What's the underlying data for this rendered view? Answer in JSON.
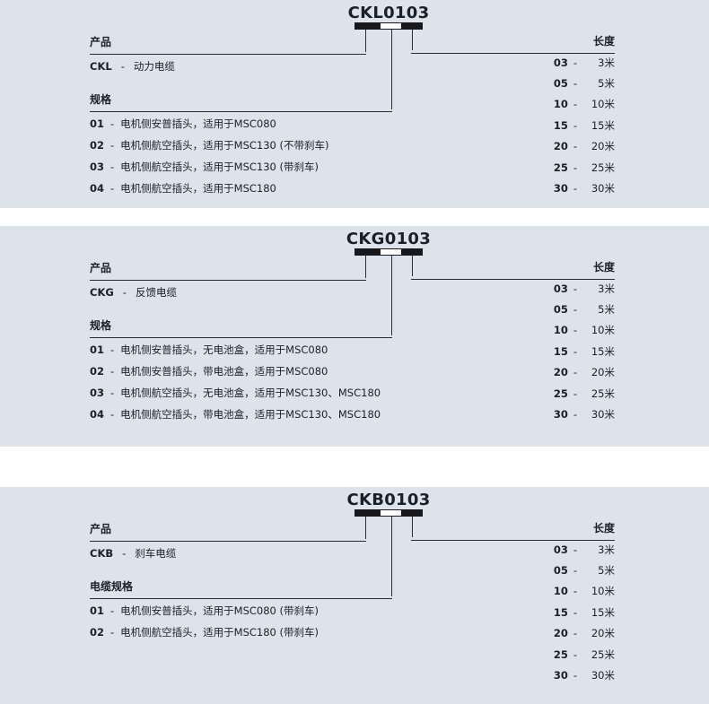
{
  "sep": "-",
  "colors": {
    "panel_bg": "#dce3eb",
    "text": "#1d1f27",
    "line": "#2b2e35",
    "bar": "#17181c"
  },
  "panels": [
    {
      "title": "CKL0103",
      "product": {
        "header": "产品",
        "code": "CKL",
        "name": "动力电缆"
      },
      "spec": {
        "header": "规格",
        "items": [
          {
            "code": "01",
            "desc": "电机侧安普插头，适用于MSC080"
          },
          {
            "code": "02",
            "desc": "电机侧航空插头，适用于MSC130 (不带刹车)"
          },
          {
            "code": "03",
            "desc": "电机侧航空插头，适用于MSC130 (带刹车)"
          },
          {
            "code": "04",
            "desc": "电机侧航空插头，适用于MSC180"
          }
        ]
      },
      "length": {
        "header": "长度",
        "items": [
          {
            "code": "03",
            "value": "3米"
          },
          {
            "code": "05",
            "value": "5米"
          },
          {
            "code": "10",
            "value": "10米"
          },
          {
            "code": "15",
            "value": "15米"
          },
          {
            "code": "20",
            "value": "20米"
          },
          {
            "code": "25",
            "value": "25米"
          },
          {
            "code": "30",
            "value": "30米"
          }
        ]
      }
    },
    {
      "title": "CKG0103",
      "product": {
        "header": "产品",
        "code": "CKG",
        "name": "反馈电缆"
      },
      "spec": {
        "header": "规格",
        "items": [
          {
            "code": "01",
            "desc": "电机侧安普插头，无电池盒，适用于MSC080"
          },
          {
            "code": "02",
            "desc": "电机侧安普插头，带电池盒，适用于MSC080"
          },
          {
            "code": "03",
            "desc": "电机侧航空插头，无电池盒，适用于MSC130、MSC180"
          },
          {
            "code": "04",
            "desc": "电机侧航空插头，带电池盒，适用于MSC130、MSC180"
          }
        ]
      },
      "length": {
        "header": "长度",
        "items": [
          {
            "code": "03",
            "value": "3米"
          },
          {
            "code": "05",
            "value": "5米"
          },
          {
            "code": "10",
            "value": "10米"
          },
          {
            "code": "15",
            "value": "15米"
          },
          {
            "code": "20",
            "value": "20米"
          },
          {
            "code": "25",
            "value": "25米"
          },
          {
            "code": "30",
            "value": "30米"
          }
        ]
      }
    },
    {
      "title": "CKB0103",
      "product": {
        "header": "产品",
        "code": "CKB",
        "name": "刹车电缆"
      },
      "spec": {
        "header": "电缆规格",
        "items": [
          {
            "code": "01",
            "desc": "电机侧安普插头，适用于MSC080 (带刹车)"
          },
          {
            "code": "02",
            "desc": "电机侧航空插头，适用于MSC180 (带刹车)"
          }
        ]
      },
      "length": {
        "header": "长度",
        "items": [
          {
            "code": "03",
            "value": "3米"
          },
          {
            "code": "05",
            "value": "5米"
          },
          {
            "code": "10",
            "value": "10米"
          },
          {
            "code": "15",
            "value": "15米"
          },
          {
            "code": "20",
            "value": "20米"
          },
          {
            "code": "25",
            "value": "25米"
          },
          {
            "code": "30",
            "value": "30米"
          }
        ]
      }
    }
  ]
}
